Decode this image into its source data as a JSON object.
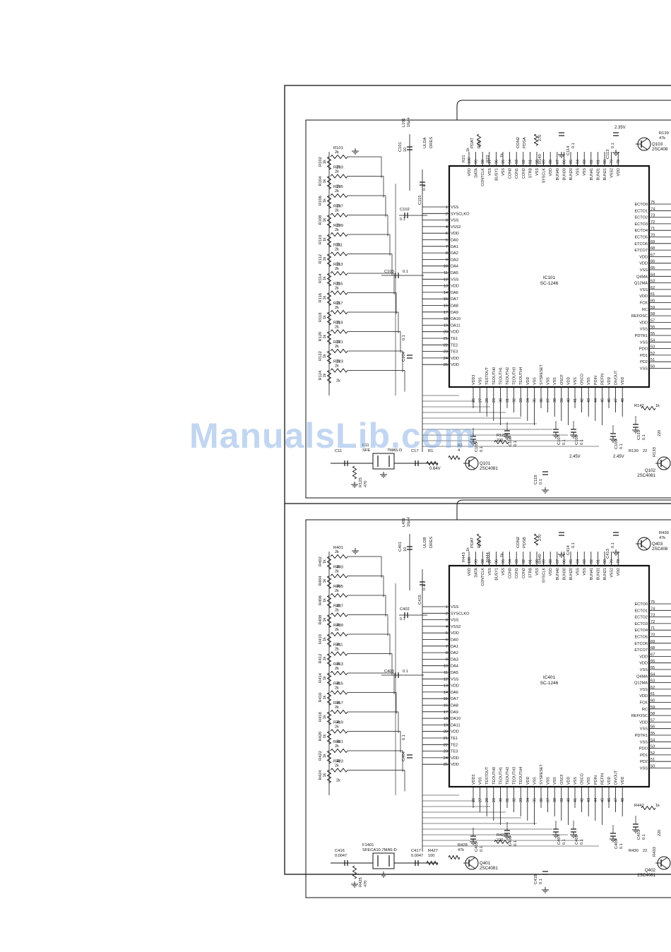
{
  "watermark": "ManualsLib.com",
  "blocks": [
    {
      "ic_ref": "IC101",
      "ic_part": "SC-1246",
      "resistors_left": [
        "R101",
        "R102",
        "R103",
        "R104",
        "R105",
        "R106",
        "R107",
        "R108",
        "R109",
        "R110",
        "R111",
        "R112",
        "R113",
        "R114",
        "R115",
        "R116",
        "R117",
        "R118",
        "R119",
        "R120",
        "R121",
        "R122",
        "R123",
        "R124"
      ],
      "res_value_2k": "2k",
      "res_value_1k": "1k",
      "caps": [
        {
          "ref": "C101",
          "val": "10"
        },
        {
          "ref": "C102",
          "val": "0.1"
        },
        {
          "ref": "C103",
          "val": "0.1"
        },
        {
          "ref": "C104",
          "val": "0.1"
        },
        {
          "ref": "C115",
          "val": "0.1"
        },
        {
          "ref": "C114",
          "val": "0.1"
        },
        {
          "ref": "C113",
          "val": "0.1"
        },
        {
          "ref": "C105",
          "val": "0.1"
        },
        {
          "ref": "C106",
          "val": "0.1"
        },
        {
          "ref": "C107",
          "val": "0.1"
        },
        {
          "ref": "C108",
          "val": "0.1"
        },
        {
          "ref": "C109",
          "val": "0.1"
        },
        {
          "ref": "C131",
          "val": "0.1"
        },
        {
          "ref": "C118",
          "val": "0.1"
        }
      ],
      "inductor": {
        "ref": "L101",
        "val": "10μH"
      },
      "top_nets": [
        "ULDA",
        "DRES",
        "PDAT",
        "PCK",
        "CON2",
        "PDSA"
      ],
      "top_res": [
        {
          "ref": "R21",
          "val": "1k"
        },
        {
          "ref": "R22",
          "val": "1k"
        },
        {
          "ref": "R140",
          "val": "270"
        },
        {
          "ref": "R139",
          "val": "47k"
        }
      ],
      "transistors": [
        {
          "ref": "Q103",
          "part": "2SC408"
        },
        {
          "ref": "Q101",
          "part": "2SC4081"
        },
        {
          "ref": "Q102",
          "part": "2SC4081"
        }
      ],
      "filter": {
        "ref": "F11",
        "label": "SFE",
        "part": "7MA5-D"
      },
      "bottom_res": [
        {
          "ref": "R125",
          "val": "470"
        },
        {
          "ref": "R129",
          "val": "220"
        },
        {
          "ref": "R130",
          "val": "22"
        },
        {
          "ref": "R133",
          "val": "220"
        },
        {
          "ref": "R142",
          "val": "1k"
        },
        {
          "ref": "R1",
          "val": ""
        },
        {
          "ref": "R1",
          "val": "4"
        }
      ],
      "cap_top_left": {
        "ref": "C11",
        "val": ""
      },
      "cap_c17": {
        "ref": "C17",
        "val": ""
      },
      "voltages": [
        "2.35V",
        "2.45V",
        "2.45V",
        "0.64V"
      ]
    },
    {
      "ic_ref": "IC401",
      "ic_part": "SC-1246",
      "resistors_left": [
        "R401",
        "R402",
        "R403",
        "R404",
        "R405",
        "R406",
        "R407",
        "R408",
        "R409",
        "R410",
        "R411",
        "R412",
        "R413",
        "R414",
        "R415",
        "R416",
        "R417",
        "R418",
        "R419",
        "R420",
        "R421",
        "R422",
        "R423",
        "R424"
      ],
      "res_value_2k": "2k",
      "res_value_1k": "1k",
      "caps": [
        {
          "ref": "C401",
          "val": "10"
        },
        {
          "ref": "C402",
          "val": "0.1"
        },
        {
          "ref": "C403",
          "val": "0.1"
        },
        {
          "ref": "C404",
          "val": "0.1"
        },
        {
          "ref": "C415",
          "val": "0.1"
        },
        {
          "ref": "C414",
          "val": "0.1"
        },
        {
          "ref": "C413",
          "val": "0.1"
        },
        {
          "ref": "C405",
          "val": "0.1"
        },
        {
          "ref": "C406",
          "val": "0.1"
        },
        {
          "ref": "C407",
          "val": "0.1"
        },
        {
          "ref": "C408",
          "val": "0.1"
        },
        {
          "ref": "C409",
          "val": "0.1"
        },
        {
          "ref": "C431",
          "val": "0.1"
        },
        {
          "ref": "C418",
          "val": "0.1"
        }
      ],
      "inductor": {
        "ref": "L401",
        "val": "10μH"
      },
      "top_nets": [
        "ULDB",
        "DRES",
        "PDAT",
        "PCK",
        "CON2",
        "PDSB"
      ],
      "top_res": [
        {
          "ref": "R443",
          "val": "1k"
        },
        {
          "ref": "R444",
          "val": "1k"
        },
        {
          "ref": "R440",
          "val": "270"
        },
        {
          "ref": "R439",
          "val": "47k"
        }
      ],
      "transistors": [
        {
          "ref": "Q403",
          "part": "2SC408"
        },
        {
          "ref": "Q401",
          "part": "2SC4081"
        },
        {
          "ref": "Q402",
          "part": "2SC4081"
        }
      ],
      "filter": {
        "ref": "F1401",
        "label": "SFECA10.7MA5-D",
        "part": ""
      },
      "bottom_res": [
        {
          "ref": "R425",
          "val": "470"
        },
        {
          "ref": "R429",
          "val": "220"
        },
        {
          "ref": "R430",
          "val": "22"
        },
        {
          "ref": "R433",
          "val": "220"
        },
        {
          "ref": "R442",
          "val": "1k"
        },
        {
          "ref": "R427",
          "val": "100"
        },
        {
          "ref": "R428",
          "val": "47k"
        }
      ],
      "cap_top_left": {
        "ref": "C416",
        "val": "0.0047"
      },
      "cap_c17": {
        "ref": "C417",
        "val": "0.0047"
      },
      "voltages": [
        "",
        "",
        "",
        ""
      ]
    }
  ],
  "ic_pins": {
    "left": [
      "VSS",
      "SYSCLKO",
      "VSS",
      "VSS2",
      "VDD",
      "DA0",
      "DA1",
      "DA2",
      "DA3",
      "DA4",
      "DA5",
      "VSS",
      "VDD",
      "DA6",
      "DA7",
      "DA8",
      "DA9",
      "DA10",
      "DA11",
      "VDD",
      "TE1",
      "TE2",
      "TE3",
      "VDD",
      "VDD"
    ],
    "right": [
      "ECTO0",
      "ECTO1",
      "ECTO2",
      "ECTO3",
      "ECTO4",
      "ECTO5",
      "ETCO6",
      "ETCO7",
      "VDD",
      "VDD",
      "VSS",
      "Q4MA",
      "Q12MA",
      "VSS",
      "VDD",
      "FCK",
      "RC",
      "REFOSC",
      "VDD",
      "VSS",
      "PDTR1",
      "VSS",
      "PDO",
      "PD1",
      "PD2",
      "VSS"
    ],
    "top": [
      "VDD",
      "DATA",
      "CONTCLK",
      "VSS",
      "BUSY1",
      "VSS",
      "CON0",
      "CON1",
      "CON2",
      "STRB",
      "VSS",
      "SYSCLK",
      "VDD",
      "BUN40",
      "BUN30",
      "BUN20",
      "VSS",
      "VSS",
      "BUN41",
      "BUN31",
      "BUN21",
      "VSS2",
      "VDD"
    ],
    "bottom": [
      "VDD3",
      "VSS",
      "TESTOUT",
      "TEOUTH0",
      "TEOUTH1",
      "TEOUTH2",
      "TEOUTH3",
      "TEOUTH4",
      "VDD",
      "VSS",
      "SYSRESET",
      "VSS",
      "VSS",
      "OSCF",
      "VDD",
      "VSS",
      "OSCO",
      "VSS",
      "PDIN",
      "REFIN",
      "VDD",
      "DIVOUT",
      "VDD"
    ]
  }
}
